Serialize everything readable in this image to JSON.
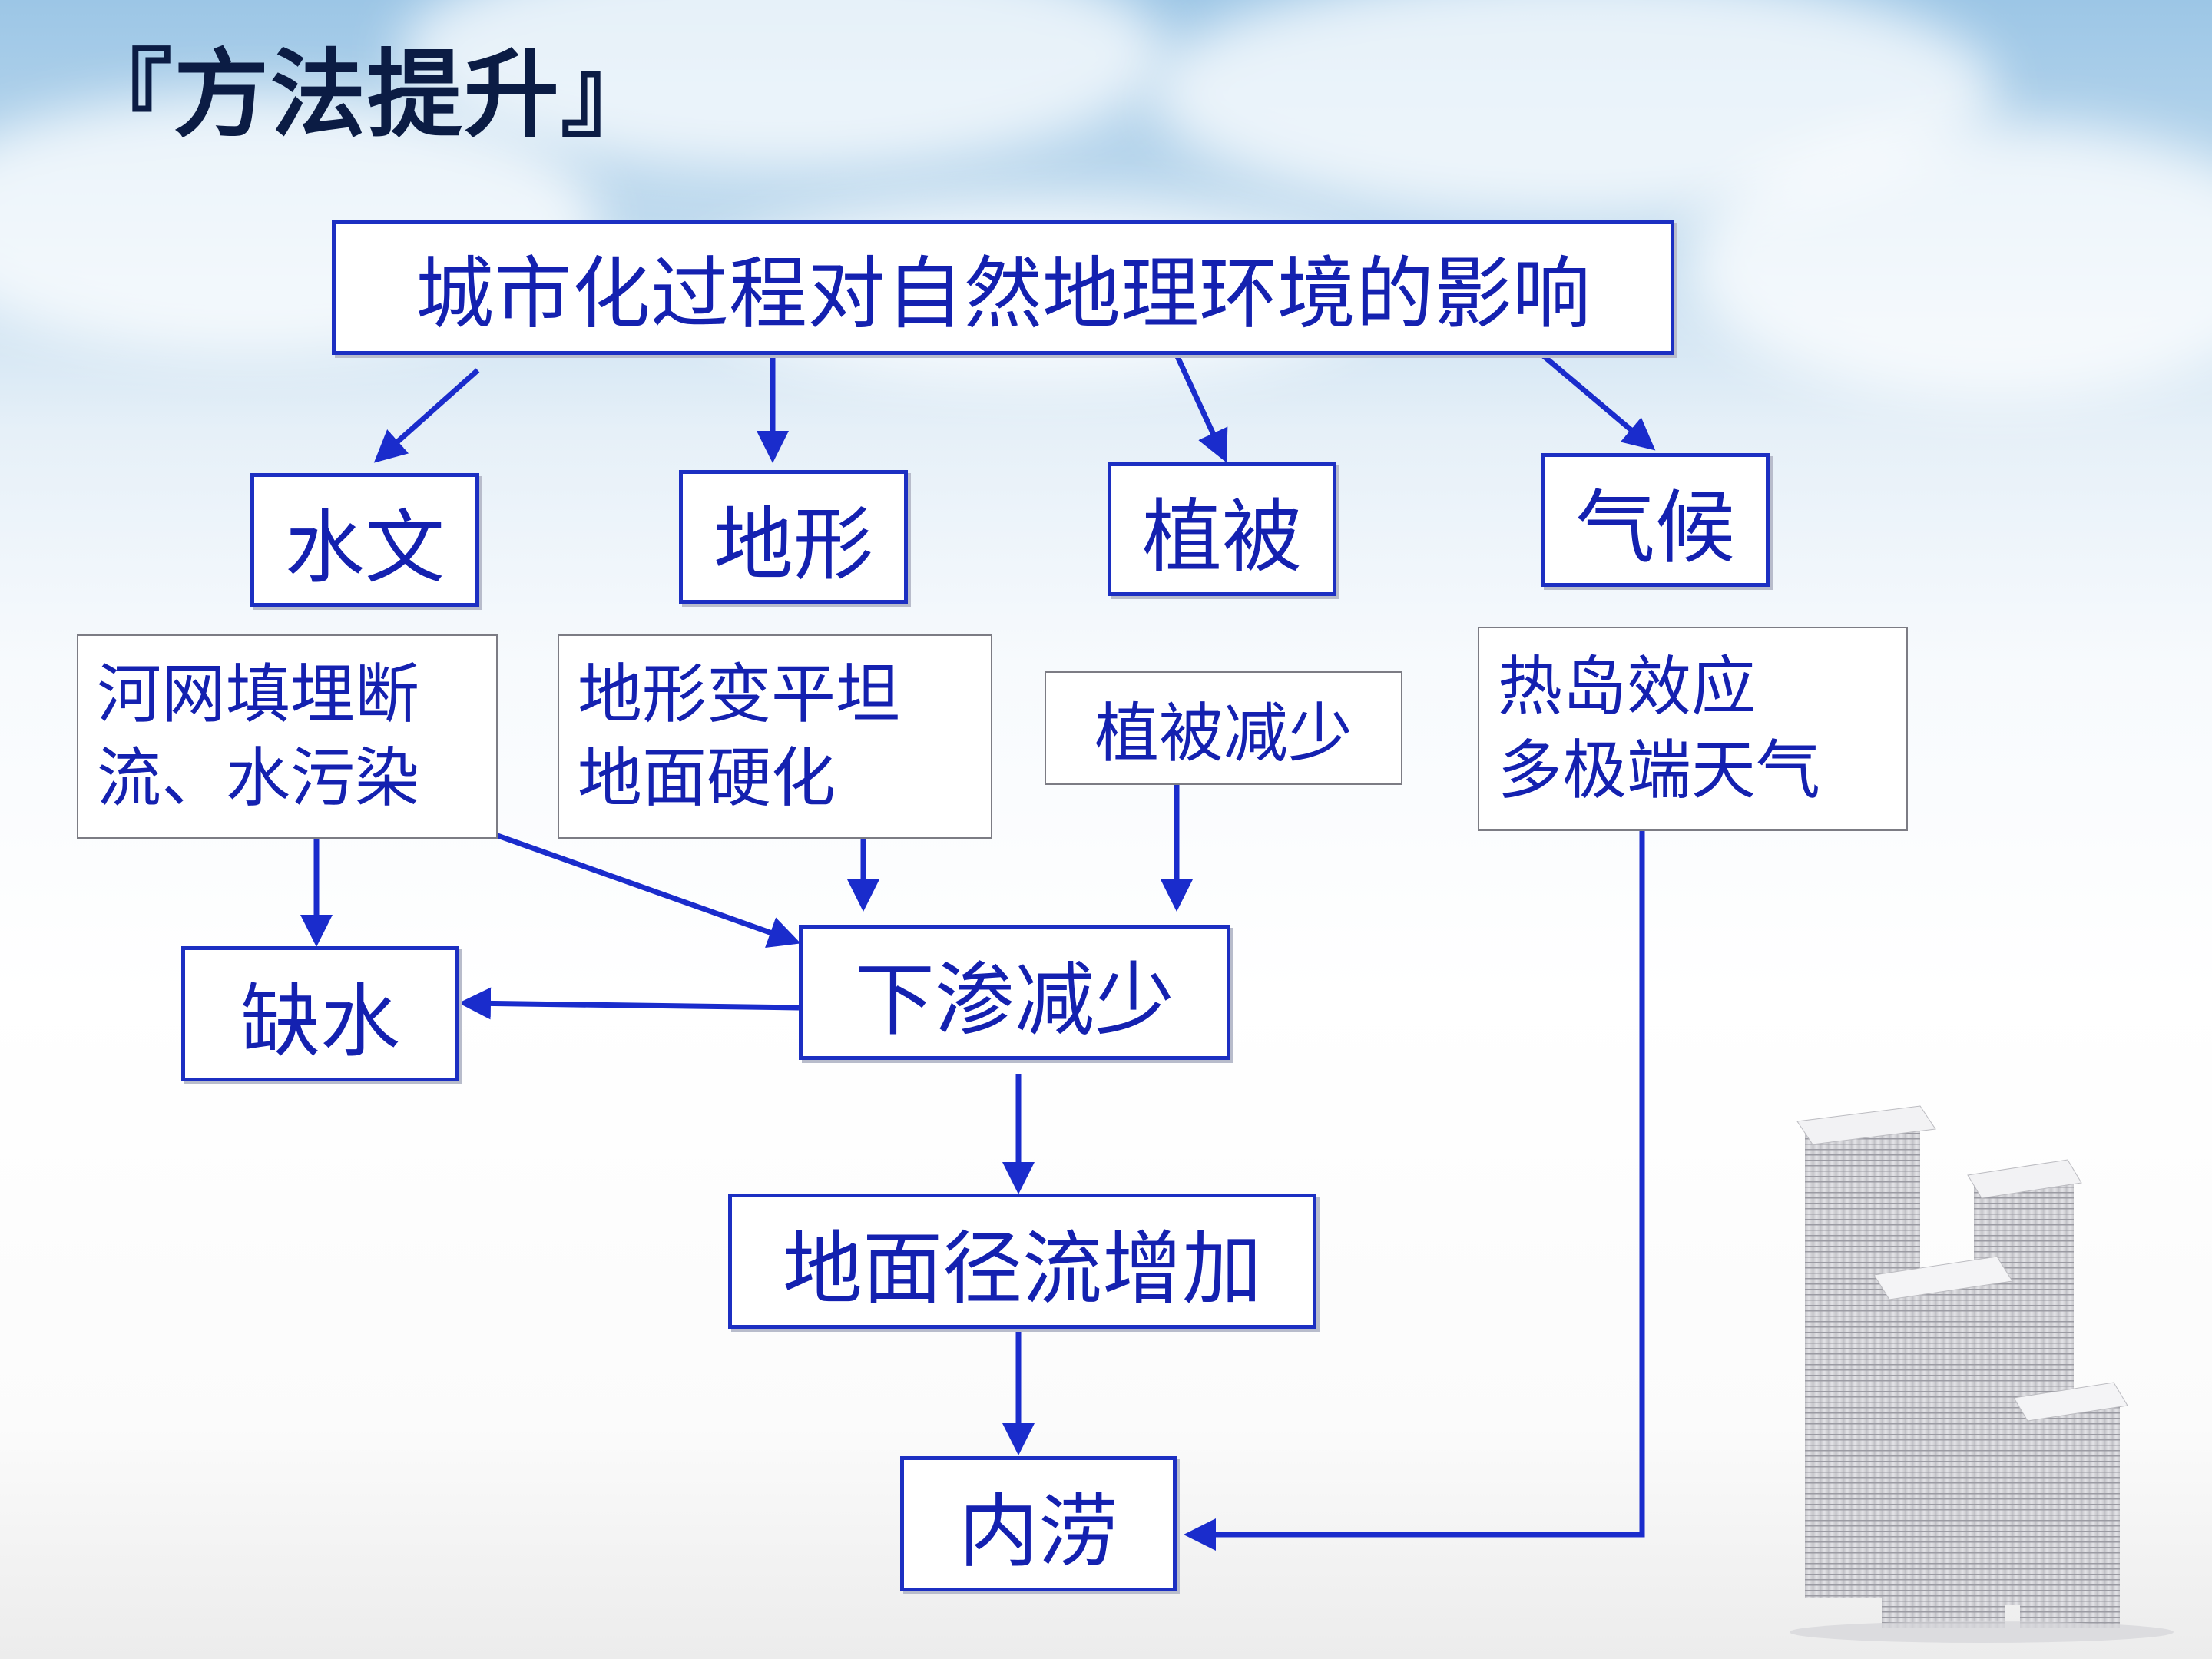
{
  "title": "『方法提升』",
  "diagram": {
    "root": "城市化过程对自然地理环境的影响",
    "categories": {
      "hydrology": "水文",
      "landform": "地形",
      "vegetation": "植被",
      "climate": "气候"
    },
    "effects": {
      "hydrology": [
        "河网填埋断",
        "流、水污染"
      ],
      "landform": [
        "地形变平坦",
        "地面硬化"
      ],
      "vegetation": "植被减少",
      "climate": [
        "热岛效应",
        "多极端天气"
      ]
    },
    "results": {
      "water_shortage": "缺水",
      "infiltration_decrease": "下渗减少",
      "runoff_increase": "地面径流增加",
      "waterlogging": "内涝"
    }
  },
  "colors": {
    "box_text": "#1421b0",
    "box_border": "#1c2fc2",
    "arrow": "#1a2ccc",
    "title": "#0b1c44"
  }
}
